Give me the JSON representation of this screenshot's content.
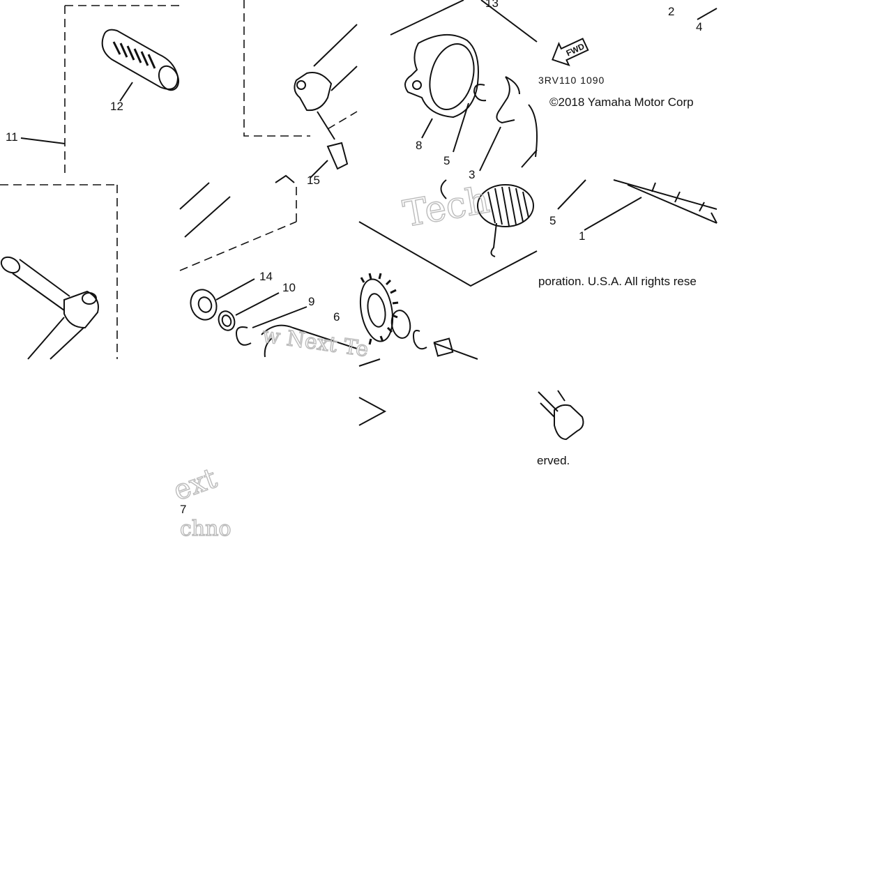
{
  "part_labels": {
    "p1": "1",
    "p2": "2",
    "p3": "3",
    "p4": "4",
    "p5a": "5",
    "p5b": "5",
    "p6": "6",
    "p7": "7",
    "p8": "8",
    "p9": "9",
    "p10": "10",
    "p11": "11",
    "p12": "12",
    "p13": "13",
    "p14": "14",
    "p15": "15"
  },
  "diagram_code": "3RV110 1090",
  "copyright": "©2018 Yamaha Motor Corp",
  "copyright_tail": "poration. U.S.A. All rights rese",
  "copyright_end": "erved.",
  "fwd_label": "FWD",
  "watermarks": {
    "w1": "Tech",
    "w2": "w Next Te",
    "w3": "ext",
    "w4": "chno"
  },
  "colors": {
    "ink": "#111111",
    "watermark": "#bbbbbb",
    "background": "#ffffff"
  }
}
